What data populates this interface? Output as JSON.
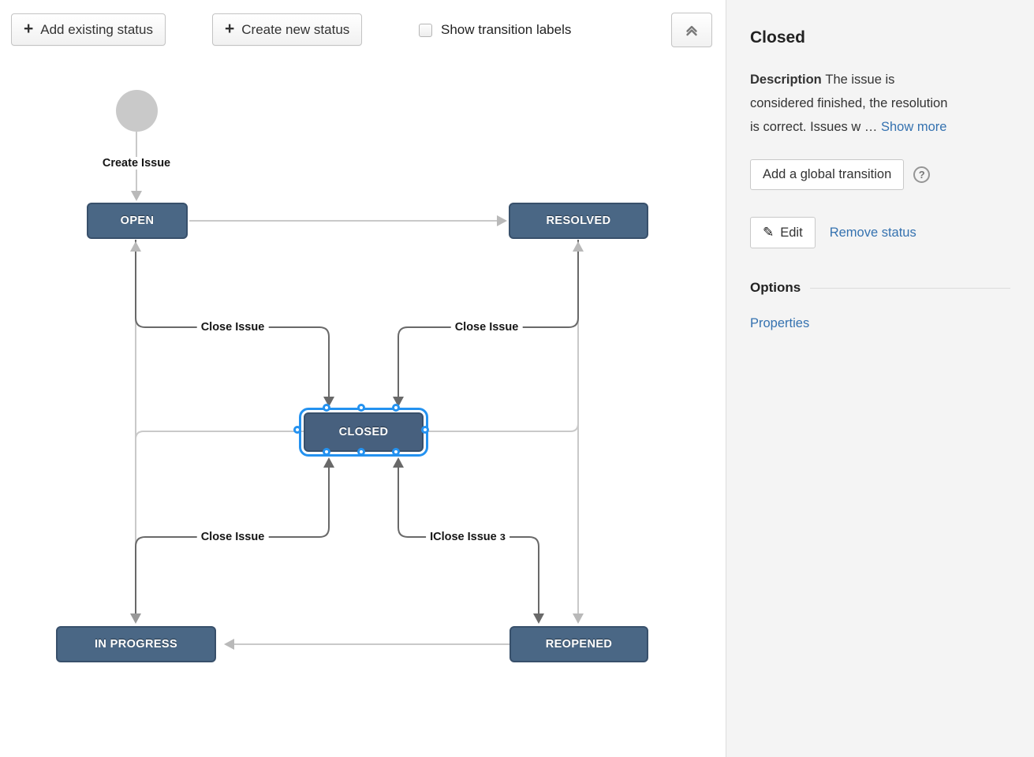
{
  "toolbar": {
    "add_existing_label": "Add existing status",
    "create_new_label": "Create new status",
    "plus_icon": "+",
    "show_labels_checkbox": "Show transition labels",
    "checkbox_checked": false
  },
  "panel": {
    "title": "Closed",
    "description_label": "Description",
    "description_line1": "The issue is",
    "description_line2": "considered finished, the resolution",
    "description_line3": "is correct. Issues w",
    "ellipsis": "…",
    "show_more": "Show more",
    "add_global_transition": "Add a global transition",
    "help_icon": "?",
    "edit_label": "Edit",
    "pencil_icon": "✎",
    "remove_status": "Remove status",
    "options_label": "Options",
    "properties_link": "Properties"
  },
  "diagram": {
    "nodes": [
      {
        "id": "open",
        "label": "OPEN"
      },
      {
        "id": "resolved",
        "label": "RESOLVED"
      },
      {
        "id": "closed",
        "label": "CLOSED",
        "selected": true
      },
      {
        "id": "in-progress",
        "label": "IN PROGRESS"
      },
      {
        "id": "reopened",
        "label": "REOPENED"
      }
    ],
    "labels": {
      "create_issue": "Create Issue",
      "close_issue_top_left": "Close Issue",
      "close_issue_top_right": "Close Issue",
      "close_issue_bottom_left": "Close Issue",
      "close_issue_bottom_right": "IClose Issue ɜ"
    },
    "colors": {
      "node_fill": "#4a6785",
      "node_border": "#38506b",
      "selection_blue": "#2492f0",
      "edge_light": "#c9c9c9",
      "edge_dark": "#696969",
      "start_circle": "#c9c9c9",
      "link_blue": "#3572b0"
    }
  }
}
